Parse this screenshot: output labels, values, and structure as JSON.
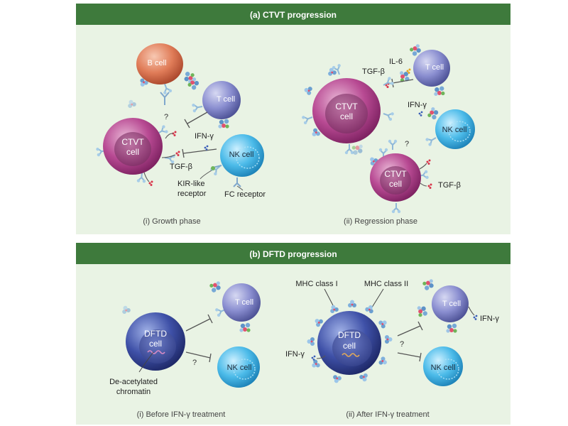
{
  "panel_a": {
    "header": "(a) CTVT progression",
    "growth": {
      "caption": "(i) Growth phase",
      "b_cell": "B cell",
      "t_cell": "T cell",
      "ctvt_line1": "CTVT",
      "ctvt_line2": "cell",
      "nk_cell": "NK cell",
      "ifn": "IFN-γ",
      "tgf": "TGF-β",
      "kir_line1": "KIR-like",
      "kir_line2": "receptor",
      "fc": "FC receptor",
      "question": "?"
    },
    "regression": {
      "caption": "(ii) Regression phase",
      "il6": "IL-6",
      "tgf_top": "TGF-β",
      "t_cell": "T cell",
      "ctvt_big_line1": "CTVT",
      "ctvt_big_line2": "cell",
      "ifn": "IFN-γ",
      "nk_cell": "NK cell",
      "ctvt_small_line1": "CTVT",
      "ctvt_small_line2": "cell",
      "tgf_bottom": "TGF-β",
      "question": "?"
    }
  },
  "panel_b": {
    "header": "(b) DFTD progression",
    "before": {
      "caption": "(i) Before IFN-γ treatment",
      "dftd_line1": "DFTD",
      "dftd_line2": "cell",
      "t_cell": "T cell",
      "nk_cell": "NK cell",
      "chromatin_line1": "De-acetylated",
      "chromatin_line2": "chromatin",
      "question": "?"
    },
    "after": {
      "caption": "(ii) After IFN-γ treatment",
      "mhc1": "MHC class I",
      "mhc2": "MHC class II",
      "dftd_line1": "DFTD",
      "dftd_line2": "cell",
      "t_cell": "T cell",
      "nk_cell": "NK cell",
      "ifn_left": "IFN-γ",
      "ifn_right": "IFN-γ",
      "question": "?"
    }
  },
  "colors": {
    "header_bar": "#3e7a3c",
    "panel_bg": "#e9f3e4",
    "ctvt_cell": "#b0438c",
    "dftd_cell": "#3f4fa6",
    "t_cell": "#7f83c8",
    "nk_cell": "#3fb4e6",
    "b_cell": "#df7a55"
  }
}
